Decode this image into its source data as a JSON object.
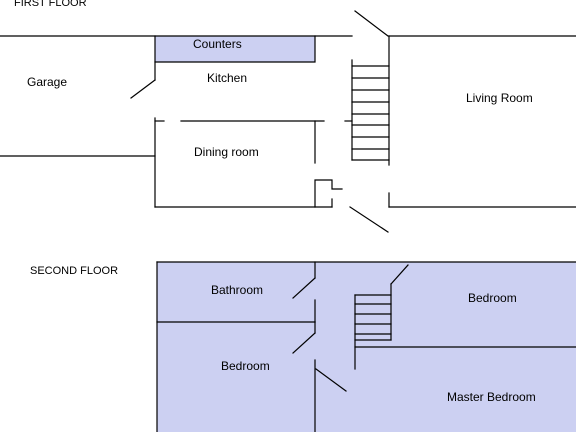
{
  "floors": {
    "first": "FIRST FLOOR",
    "second": "SECOND FLOOR"
  },
  "rooms": {
    "counters": "Counters",
    "garage": "Garage",
    "kitchen": "Kitchen",
    "living_room": "Living Room",
    "dining_room": "Dining room",
    "bathroom": "Bathroom",
    "bedroom_upper_right": "Bedroom",
    "bedroom_lower_left": "Bedroom",
    "master_bedroom": "Master Bedroom"
  },
  "colors": {
    "room_fill": "#ccd0f2",
    "wall": "#000000",
    "background": "#ffffff"
  }
}
